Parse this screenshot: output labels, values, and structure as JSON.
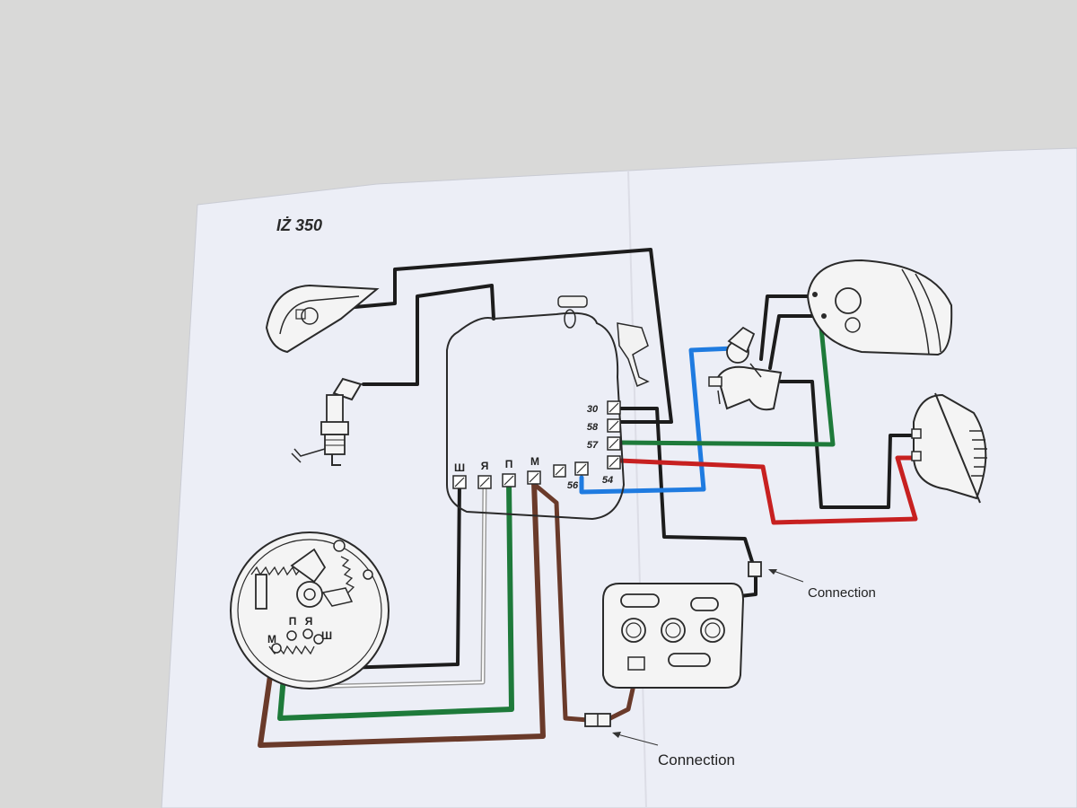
{
  "diagram": {
    "title": "IŻ 350",
    "terminals_right": [
      "30",
      "58",
      "57",
      "54",
      "56"
    ],
    "terminals_bottom": [
      "Ш",
      "Я",
      "П",
      "М"
    ],
    "generator_labels": [
      "П",
      "Я",
      "М",
      "Ш"
    ],
    "annotations": [
      "Connection",
      "Connection"
    ]
  },
  "colors": {
    "background": "#d9d9d8",
    "paper": "#eceef6",
    "wire_black": "#1c1c1c",
    "wire_blue": "#1f7be0",
    "wire_green": "#1e7a3a",
    "wire_red": "#c72020",
    "wire_brown": "#6a3a2a",
    "wire_gray": "#b8b8b8"
  }
}
